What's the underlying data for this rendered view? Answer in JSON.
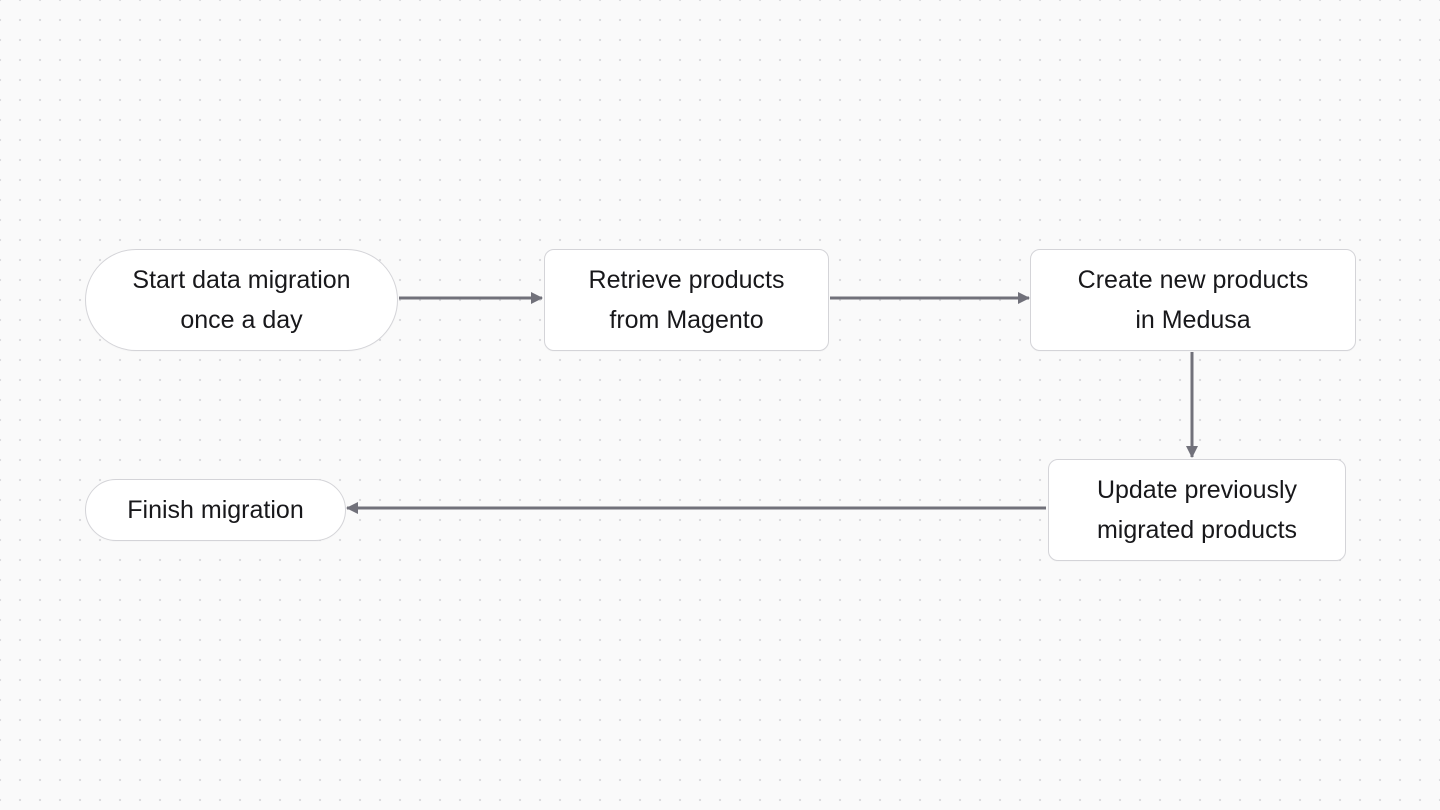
{
  "diagram": {
    "nodes": [
      {
        "id": "start",
        "label": "Start data migration\nonce a day",
        "shape": "pill"
      },
      {
        "id": "retrieve",
        "label": "Retrieve products\nfrom Magento",
        "shape": "rounded-rect"
      },
      {
        "id": "create",
        "label": "Create new products\nin Medusa",
        "shape": "rounded-rect"
      },
      {
        "id": "update",
        "label": "Update previously\nmigrated products",
        "shape": "rounded-rect"
      },
      {
        "id": "finish",
        "label": "Finish migration",
        "shape": "pill"
      }
    ],
    "edges": [
      {
        "from": "start",
        "to": "retrieve"
      },
      {
        "from": "retrieve",
        "to": "create"
      },
      {
        "from": "create",
        "to": "update"
      },
      {
        "from": "update",
        "to": "finish"
      }
    ],
    "colors": {
      "background": "#fafafa",
      "grid_dot": "#dcdcdf",
      "node_fill": "#ffffff",
      "node_border": "#d4d4d8",
      "edge": "#71717a",
      "text": "#18181b"
    }
  }
}
